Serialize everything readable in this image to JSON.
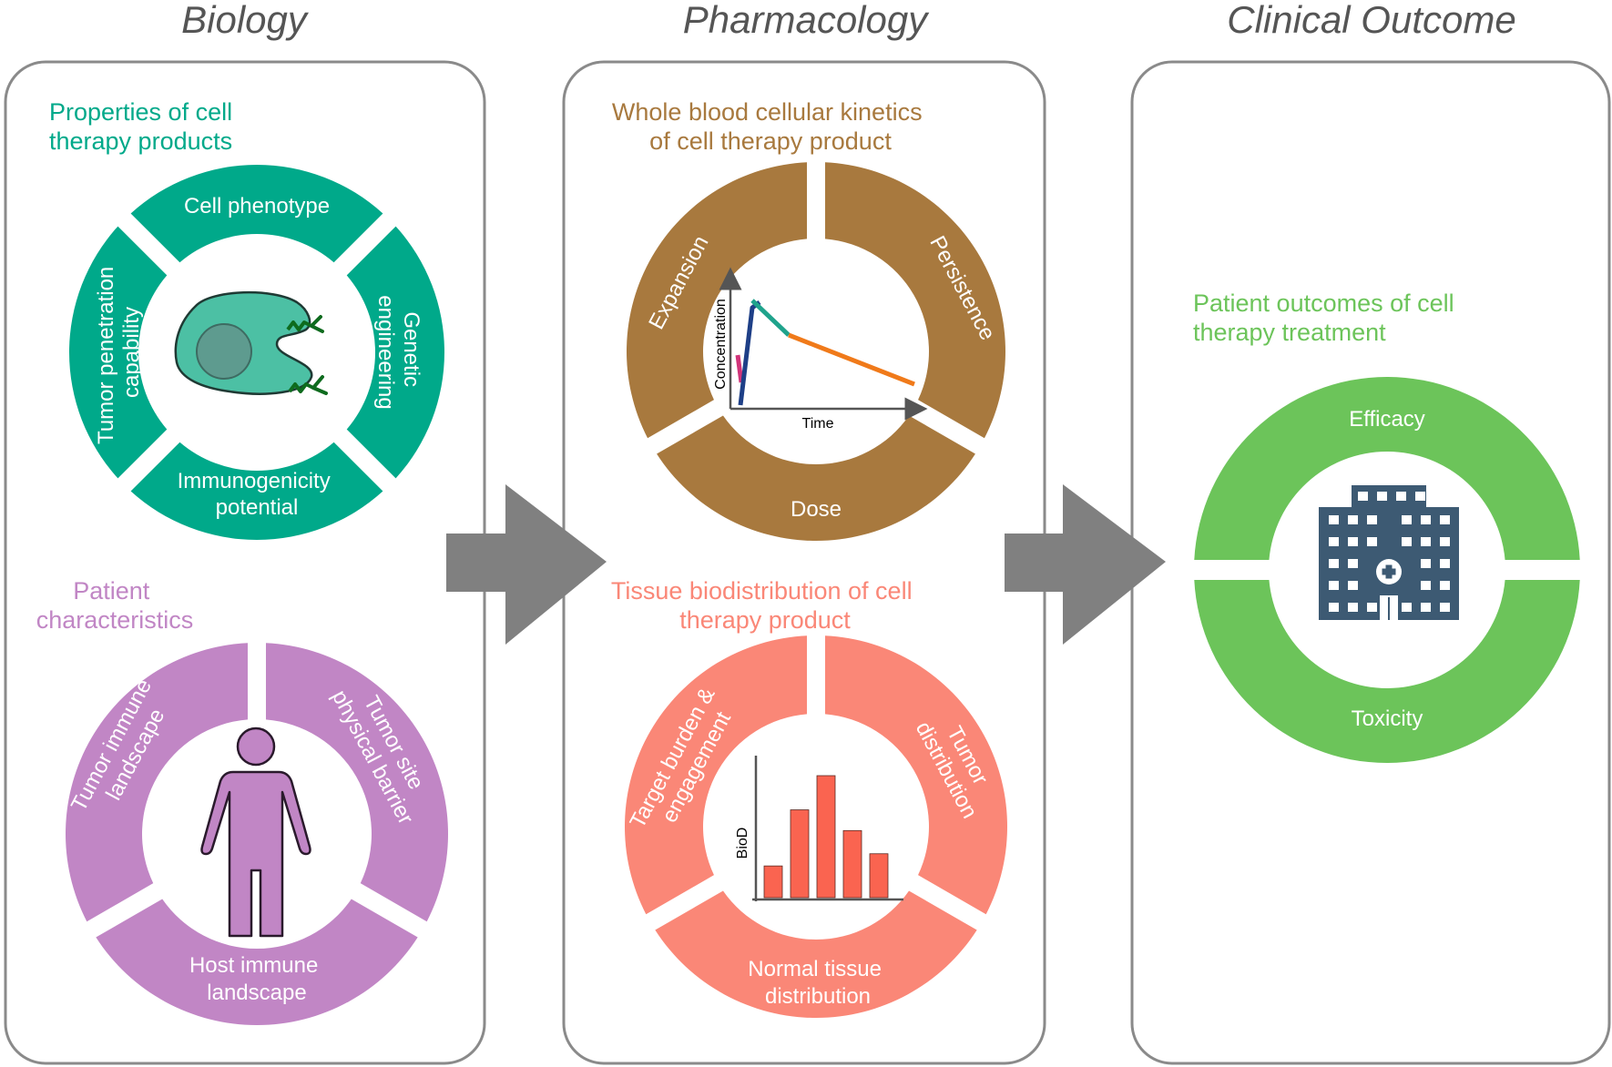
{
  "columns": {
    "biology": "Biology",
    "pharmacology": "Pharmacology",
    "clinical": "Clinical Outcome"
  },
  "colors": {
    "teal": "#00A98A",
    "purple": "#C186C5",
    "brown": "#A8793E",
    "salmon": "#FA8777",
    "green": "#6CC45A",
    "arrow": "#808080",
    "panel_border": "#8A8A8A",
    "building": "#3D5A73",
    "bars": "#FA6450"
  },
  "biology": {
    "product": {
      "title_lines": [
        "Properties of cell",
        "therapy products"
      ],
      "segments": {
        "top": "Cell phenotype",
        "right": [
          "Genetic",
          "engineering"
        ],
        "bottom": [
          "Immunogenicity",
          "potential"
        ],
        "left": [
          "Tumor penetration",
          "capability"
        ]
      },
      "center_icon": "cell-with-receptors-icon"
    },
    "patient": {
      "title_lines": [
        "Patient",
        "characteristics"
      ],
      "segments": {
        "left": [
          "Tumor immune",
          "landscape"
        ],
        "right": [
          "Tumor site",
          "physical barrier"
        ],
        "bottom": [
          "Host immune",
          "landscape"
        ]
      },
      "center_icon": "person-icon"
    }
  },
  "pharmacology": {
    "kinetics": {
      "title_lines": [
        "Whole blood cellular kinetics",
        "of cell therapy product"
      ],
      "segments": {
        "left": "Expansion",
        "right": "Persistence",
        "bottom": "Dose"
      },
      "center_icon": "concentration-time-curve-icon",
      "xlabel": "Time",
      "ylabel": "Concentration"
    },
    "biodistribution": {
      "title_lines": [
        "Tissue biodistribution of cell",
        "therapy product"
      ],
      "segments": {
        "left": [
          "Target burden &",
          "engagement"
        ],
        "right": [
          "Tumor",
          "distribution"
        ],
        "bottom": [
          "Normal tissue",
          "distribution"
        ]
      },
      "center_icon": "bar-chart-icon",
      "ylabel": "BioD",
      "bars": [
        0.26,
        0.72,
        1.0,
        0.55,
        0.36
      ]
    }
  },
  "clinical": {
    "title_lines": [
      "Patient outcomes of cell",
      "therapy treatment"
    ],
    "segments": {
      "top": "Efficacy",
      "bottom": "Toxicity"
    },
    "center_icon": "hospital-icon"
  }
}
